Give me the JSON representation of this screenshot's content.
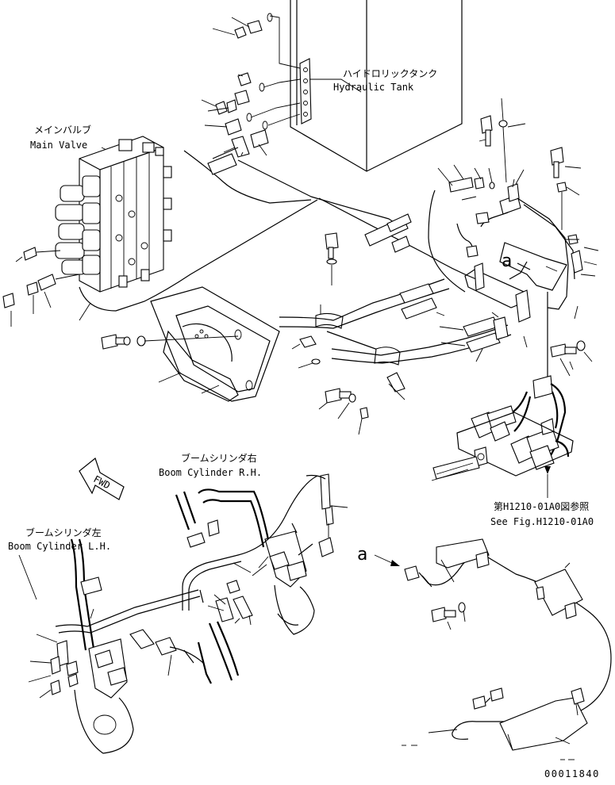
{
  "labels": {
    "hydraulic_tank_jp": "ハイドロリックタンク",
    "hydraulic_tank_en": "Hydraulic Tank",
    "main_valve_jp": "メインバルブ",
    "main_valve_en": "Main Valve",
    "boom_rh_jp": "ブームシリンダ右",
    "boom_rh_en": "Boom Cylinder R.H.",
    "boom_lh_jp": "ブームシリンダ左",
    "boom_lh_en": "Boom Cylinder L.H.",
    "fwd": "FWD",
    "ref_jp": "第H1210-01A0図参照",
    "ref_en": "See Fig.H1210-01A0",
    "callout_a_top": "a",
    "callout_a_bottom": "a",
    "drawing_number": "00011840"
  }
}
